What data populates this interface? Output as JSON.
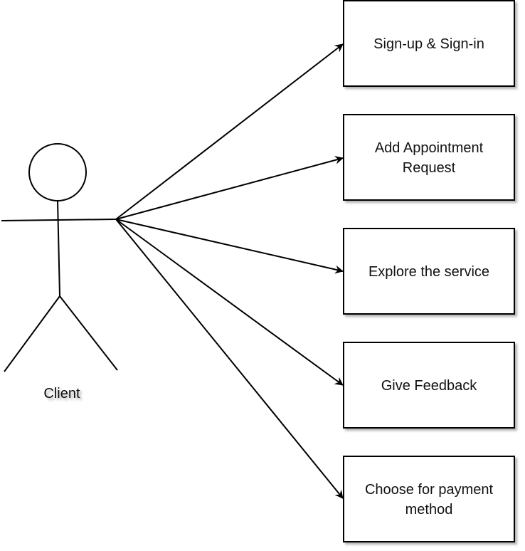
{
  "actor": {
    "name": "Client"
  },
  "use_cases": [
    {
      "lines": [
        "Sign-up & Sign-in"
      ]
    },
    {
      "lines": [
        "Add Appointment",
        "Request"
      ]
    },
    {
      "lines": [
        "Explore the service"
      ]
    },
    {
      "lines": [
        "Give Feedback"
      ]
    },
    {
      "lines": [
        "Choose for payment",
        "method"
      ]
    }
  ],
  "colors": {
    "stroke": "#000000",
    "box_fill": "#ffffff",
    "text": "#111111"
  }
}
